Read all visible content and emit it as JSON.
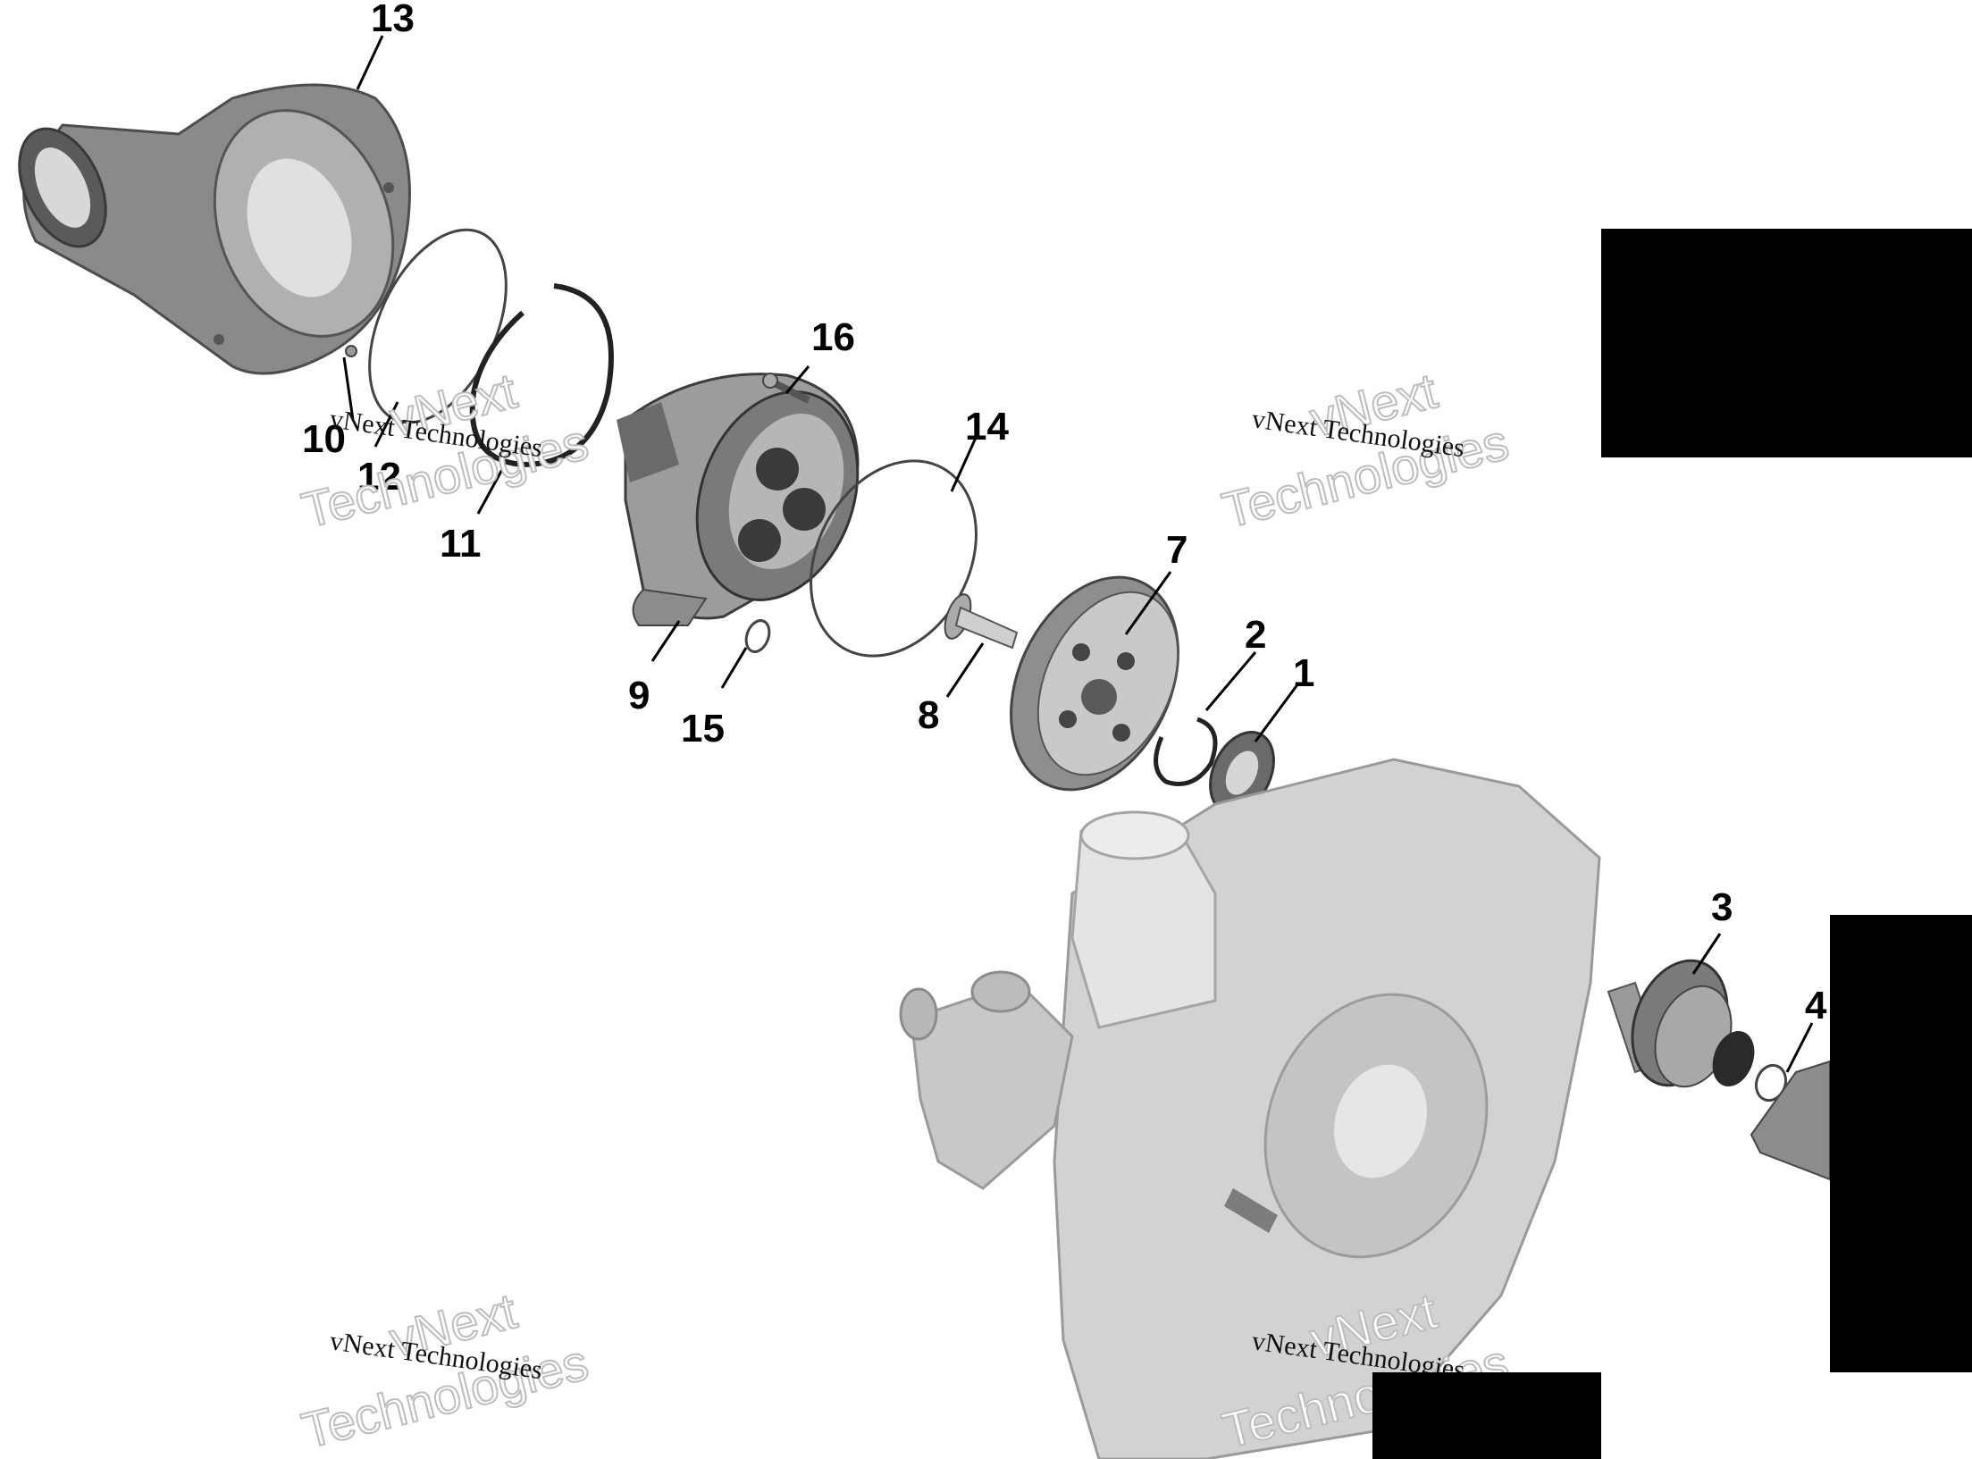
{
  "diagram": {
    "callouts": [
      "13",
      "16",
      "14",
      "10",
      "12",
      "11",
      "7",
      "2",
      "1",
      "9",
      "15",
      "8",
      "3",
      "4"
    ],
    "watermark": {
      "line1": "vNext Technologies",
      "ghost_word1": "vNext",
      "ghost_word2": "Technologies"
    }
  },
  "colors": {
    "part_dark": "#6e6e6e",
    "part_mid": "#9a9a9a",
    "part_light": "#c8c8c8",
    "crankcase": "#d4d4d4",
    "redaction": "#000000"
  }
}
